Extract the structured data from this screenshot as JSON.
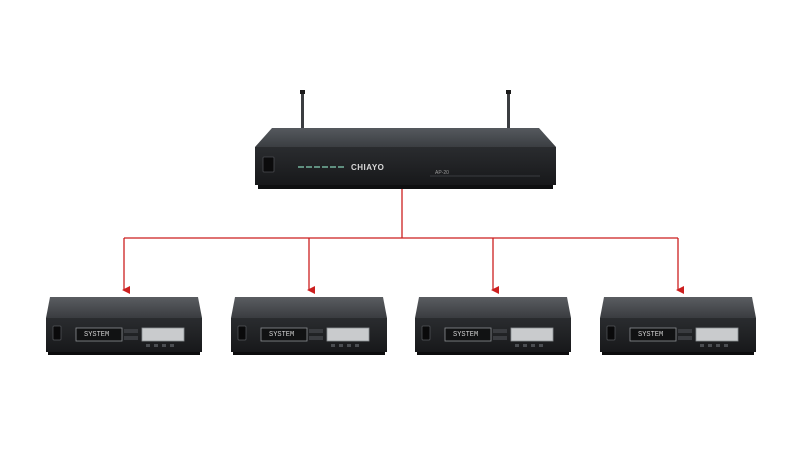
{
  "diagram": {
    "main_unit": {
      "brand": "CHIAYO",
      "model": "AP-20"
    },
    "receivers": [
      {
        "display": "SYSTEM"
      },
      {
        "display": "SYSTEM"
      },
      {
        "display": "SYSTEM"
      },
      {
        "display": "SYSTEM"
      }
    ],
    "colors": {
      "connector": "#cc1f1f",
      "device_body": "#2e3033",
      "device_face": "#1e2022"
    }
  }
}
